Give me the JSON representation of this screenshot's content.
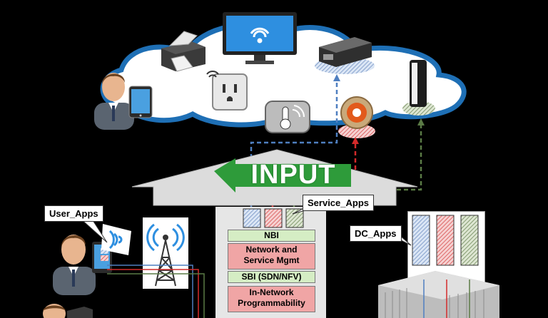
{
  "banner": {
    "label": "INPUT"
  },
  "callouts": {
    "user_apps": "User_Apps",
    "service_apps": "Service_Apps",
    "dc_apps": "DC_Apps"
  },
  "stack": {
    "nbi": "NBI",
    "network_mgmt_line1": "Network and",
    "network_mgmt_line2": "Service Mgmt",
    "sbi": "SBI (SDN/NFV)",
    "programmability_line1": "In-Network",
    "programmability_line2": "Programmability"
  },
  "colors": {
    "cloud_outline": "#1e6fb5",
    "banner_green": "#2e9b3a",
    "link_blue": "#4f7fc0",
    "link_red": "#d42a2a",
    "link_green": "#5a7a45",
    "layer_green": "#d5edc4",
    "layer_red": "#f0a5a5"
  },
  "icons": [
    "person-icon",
    "tablet-icon",
    "printer-icon",
    "tv-icon",
    "wifi-icon",
    "set-top-box-icon",
    "power-outlet-icon",
    "thermometer-icon",
    "thermostat-icon",
    "router-icon",
    "cell-tower-icon",
    "server-rack-icon"
  ]
}
